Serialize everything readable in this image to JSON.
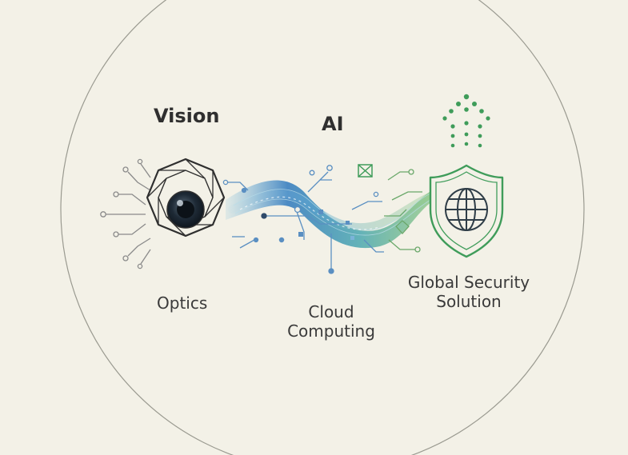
{
  "labels": {
    "vision": "Vision",
    "ai": "AI",
    "optics": "Optics",
    "cloud_computing": "Cloud Computing",
    "global_security": "Global Security Solution"
  },
  "icons": {
    "camera": "camera-aperture-icon",
    "shield": "shield-globe-icon",
    "arrow": "dotted-up-arrow-icon",
    "envelope": "envelope-icon"
  },
  "colors": {
    "background": "#f3f1e7",
    "outline": "#2f2f2f",
    "blue": "#3a7fc0",
    "green": "#3f9c5a",
    "teal": "#4aa7b0"
  }
}
